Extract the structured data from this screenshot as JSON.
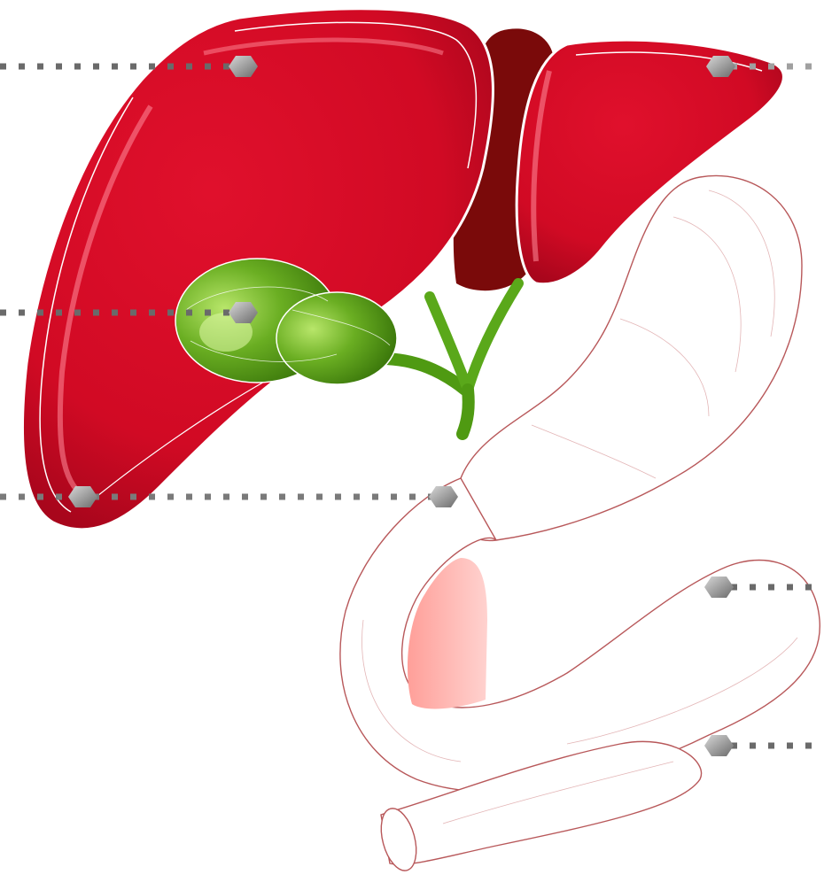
{
  "diagram": {
    "labels": [],
    "colors": {
      "liver": "#d10a24",
      "liver_dark": "#7a0a0a",
      "liver_highlight": "#ff8c9a",
      "gallbladder": "#5a9a1a",
      "gallbladder_light": "#9ad63a",
      "bile_duct": "#4f9a12",
      "stomach_outline": "#b8585a",
      "stomach_fill": "#ffffff",
      "pancreas": "#ffb3ad",
      "leader_dots": "#7a7a7a",
      "marker": "#8a8a8a"
    },
    "structures": [
      "liver-right-lobe",
      "liver-left-lobe",
      "gallbladder",
      "bile-duct",
      "stomach",
      "duodenum",
      "pancreas"
    ]
  }
}
